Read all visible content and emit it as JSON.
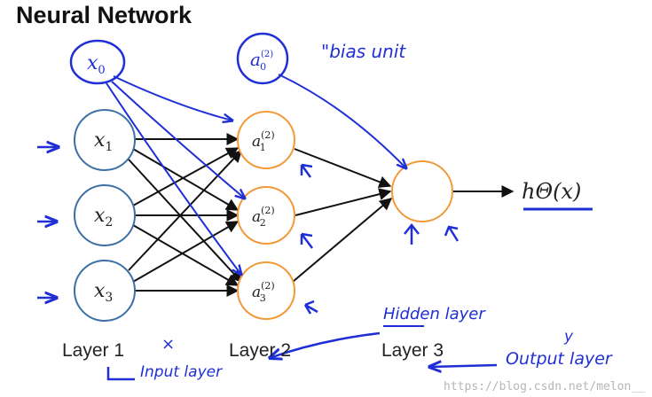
{
  "title": "Neural Network",
  "input_layer": {
    "label": "Layer 1",
    "nodes": [
      {
        "var": "x",
        "sub": "1"
      },
      {
        "var": "x",
        "sub": "2"
      },
      {
        "var": "x",
        "sub": "3"
      }
    ],
    "bias": {
      "var": "x",
      "sub": "0"
    }
  },
  "hidden_layer": {
    "label": "Layer 2",
    "nodes": [
      {
        "var": "a",
        "sub": "1",
        "sup": "(2)"
      },
      {
        "var": "a",
        "sub": "2",
        "sup": "(2)"
      },
      {
        "var": "a",
        "sub": "3",
        "sup": "(2)"
      }
    ],
    "bias": {
      "var": "a",
      "sub": "0",
      "sup": "(2)"
    }
  },
  "output_layer": {
    "label": "Layer 3",
    "output_text": "hΘ(x)"
  },
  "annotations": {
    "bias_unit": "\"bias unit",
    "hidden_layer": "Hidden layer",
    "input_layer": "Input layer",
    "output_layer": "Output layer",
    "x_mark": "×",
    "y_mark": "y"
  },
  "watermark": "https://blog.csdn.net/melon__",
  "colors": {
    "input_node": "#3b6fa6",
    "hidden_node": "#f29a3a",
    "annotation": "#1f2fd6",
    "edge": "#111111"
  }
}
